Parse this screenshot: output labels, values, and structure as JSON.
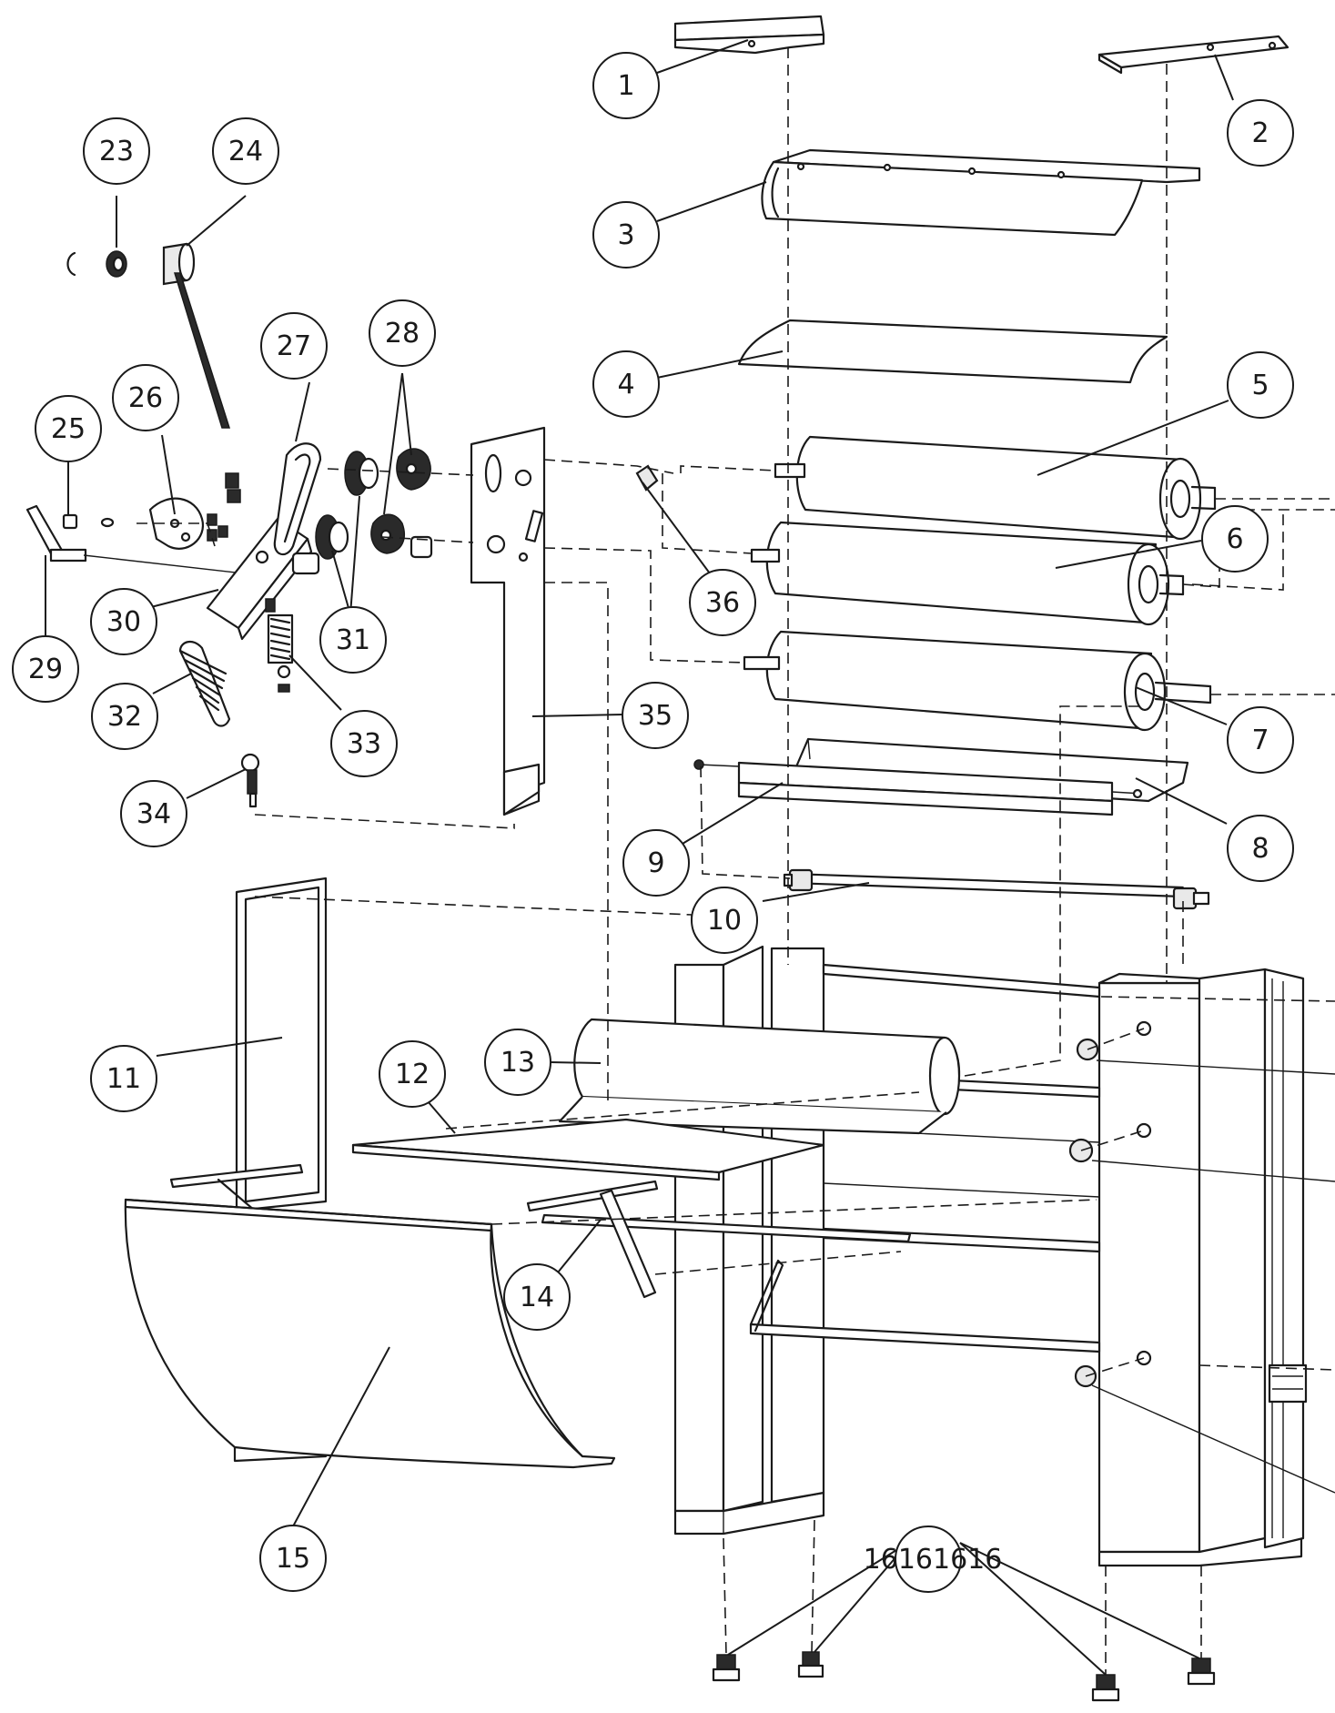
{
  "callouts": [
    {
      "label": "1",
      "id": "top-cap-left"
    },
    {
      "label": "2",
      "id": "top-cap-right"
    },
    {
      "label": "3",
      "id": "top-cover"
    },
    {
      "label": "4",
      "id": "curved-guard"
    },
    {
      "label": "5",
      "id": "roller-upper"
    },
    {
      "label": "6",
      "id": "roller-middle"
    },
    {
      "label": "7",
      "id": "roller-lower"
    },
    {
      "label": "8",
      "id": "guide-tray"
    },
    {
      "label": "9",
      "id": "scraper-bar"
    },
    {
      "label": "10",
      "id": "shaft"
    },
    {
      "label": "11",
      "id": "side-panel"
    },
    {
      "label": "12",
      "id": "shelf-plate"
    },
    {
      "label": "13",
      "id": "sheet-roll"
    },
    {
      "label": "14",
      "id": "support-rod"
    },
    {
      "label": "15",
      "id": "curved-tray"
    },
    {
      "label": "16161616",
      "id": "feet"
    },
    {
      "label": "23",
      "id": "bearing"
    },
    {
      "label": "24",
      "id": "handle-shaft"
    },
    {
      "label": "25",
      "id": "nut"
    },
    {
      "label": "26",
      "id": "cam-disc"
    },
    {
      "label": "27",
      "id": "belt"
    },
    {
      "label": "28",
      "id": "bearing-flange"
    },
    {
      "label": "29",
      "id": "lever-handle"
    },
    {
      "label": "30",
      "id": "lever-arm"
    },
    {
      "label": "31",
      "id": "pulley"
    },
    {
      "label": "32",
      "id": "spring-large"
    },
    {
      "label": "33",
      "id": "spring-small"
    },
    {
      "label": "34",
      "id": "eye-bolt"
    },
    {
      "label": "35",
      "id": "side-plate"
    },
    {
      "label": "36",
      "id": "spacer"
    }
  ]
}
